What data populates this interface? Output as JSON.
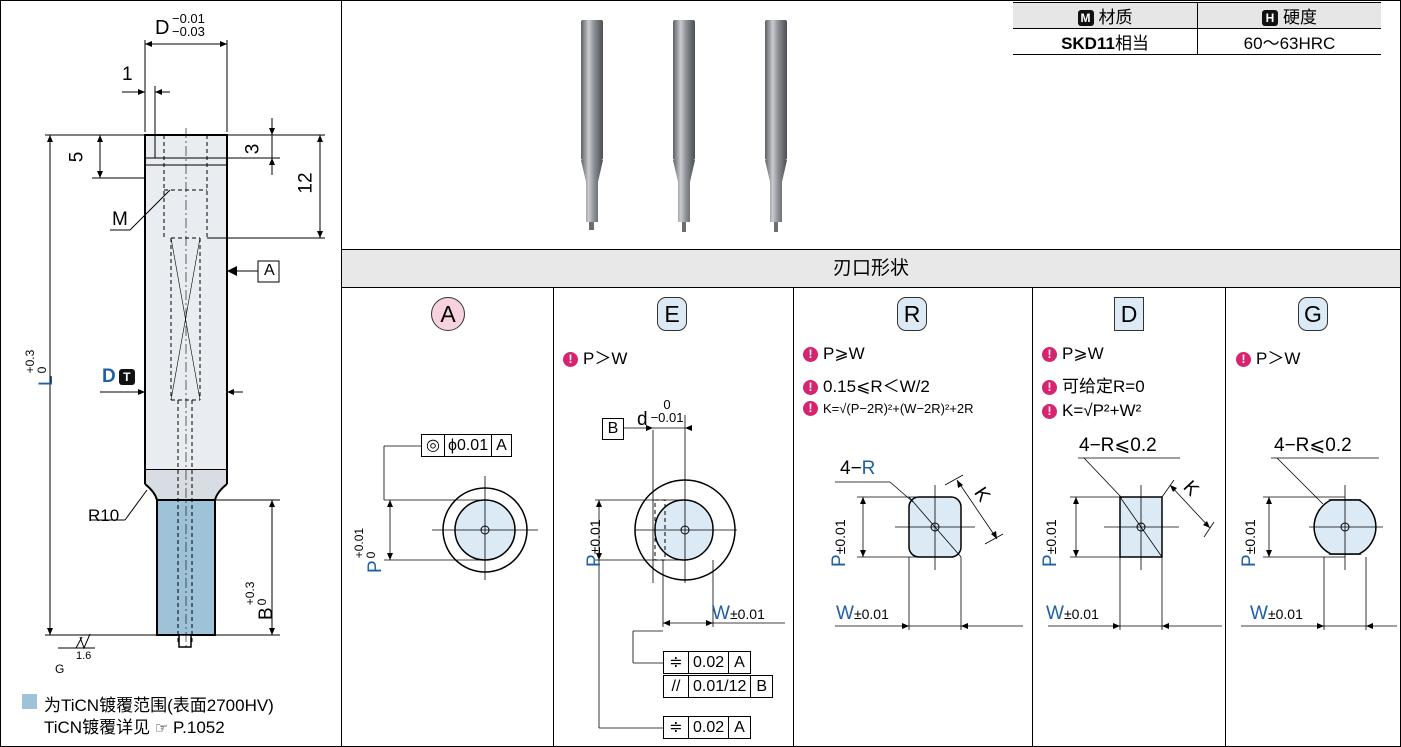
{
  "material_table": {
    "material_badge": "M",
    "material_header": "材质",
    "hardness_badge": "H",
    "hardness_header": "硬度",
    "material_value": "SKD11",
    "material_suffix": "相当",
    "hardness_value": "60～63HRC"
  },
  "section_title": "刃口形状",
  "drawing": {
    "d_label": "D",
    "d_tol_upper": "−0.01",
    "d_tol_lower": "−0.03",
    "dim_1": "1",
    "dim_5": "5",
    "dim_3": "3",
    "dim_12": "12",
    "m_label": "M",
    "datum_a": "A",
    "l_label": "L",
    "l_tol_upper": "+0.3",
    "l_tol_lower": "0",
    "dt_label": "D",
    "dt_badge": "T",
    "r10_label": "R10",
    "b_label": "B",
    "b_tol_upper": "+0.3",
    "b_tol_lower": "0",
    "g_label": "G",
    "surface": "1.6"
  },
  "legend": {
    "line1": "为TiCN镀覆范围(表面2700HV)",
    "line2_prefix": "TiCN镀覆详见",
    "line2_ref": "P.1052",
    "hand_icon": "pointing-hand-icon"
  },
  "shapes": [
    {
      "code": "A",
      "notes": [],
      "p_label": "P",
      "p_tol_upper": "+0.01",
      "p_tol_lower": "0",
      "frame_symbol": "◎",
      "frame_value": "ϕ0.01",
      "frame_datum": "A",
      "badge_bg": "#f7d2de",
      "badge_shape": "circle"
    },
    {
      "code": "E",
      "notes": [
        "P＞W"
      ],
      "d_label": "d",
      "d_tol_upper": "0",
      "d_tol_lower": "−0.01",
      "datum_b": "B",
      "p_label": "P",
      "p_tol": "±0.01",
      "w_label": "W",
      "w_tol": "±0.01",
      "frame1_symbol": "≑",
      "frame1_value": "0.02",
      "frame1_datum": "A",
      "frame2_symbol": "//",
      "frame2_value": "0.01/12",
      "frame2_datum": "B",
      "frame3_symbol": "≑",
      "frame3_value": "0.02",
      "frame3_datum": "A",
      "badge_bg": "#dceaf6",
      "badge_shape": "rounded"
    },
    {
      "code": "R",
      "notes": [
        "P⩾W",
        "0.15⩽R＜W/2",
        "K=√(P−2R)²+(W−2R)²+2R"
      ],
      "corner_label": "4−",
      "corner_r": "R",
      "k_label": "K",
      "p_label": "P",
      "p_tol": "±0.01",
      "w_label": "W",
      "w_tol": "±0.01",
      "badge_bg": "#dceaf6",
      "badge_shape": "rounded"
    },
    {
      "code": "D",
      "notes": [
        "P⩾W",
        "可给定R=0",
        "K=√P²+W²"
      ],
      "corner_label": "4−R⩽0.2",
      "k_label": "K",
      "p_label": "P",
      "p_tol": "±0.01",
      "w_label": "W",
      "w_tol": "±0.01",
      "badge_bg": "#dceaf6",
      "badge_shape": "square"
    },
    {
      "code": "G",
      "notes": [
        "P＞W"
      ],
      "corner_label": "4−R⩽0.2",
      "p_label": "P",
      "p_tol": "±0.01",
      "w_label": "W",
      "w_tol": "±0.01",
      "badge_bg": "#dceaf6",
      "badge_shape": "rounded"
    }
  ],
  "colors": {
    "coating": "#9ec3d8",
    "body": "#e9edf1",
    "section_band": "#e8e8e8",
    "accent_blue": "#1f5fa6",
    "note_magenta": "#d6246e"
  }
}
